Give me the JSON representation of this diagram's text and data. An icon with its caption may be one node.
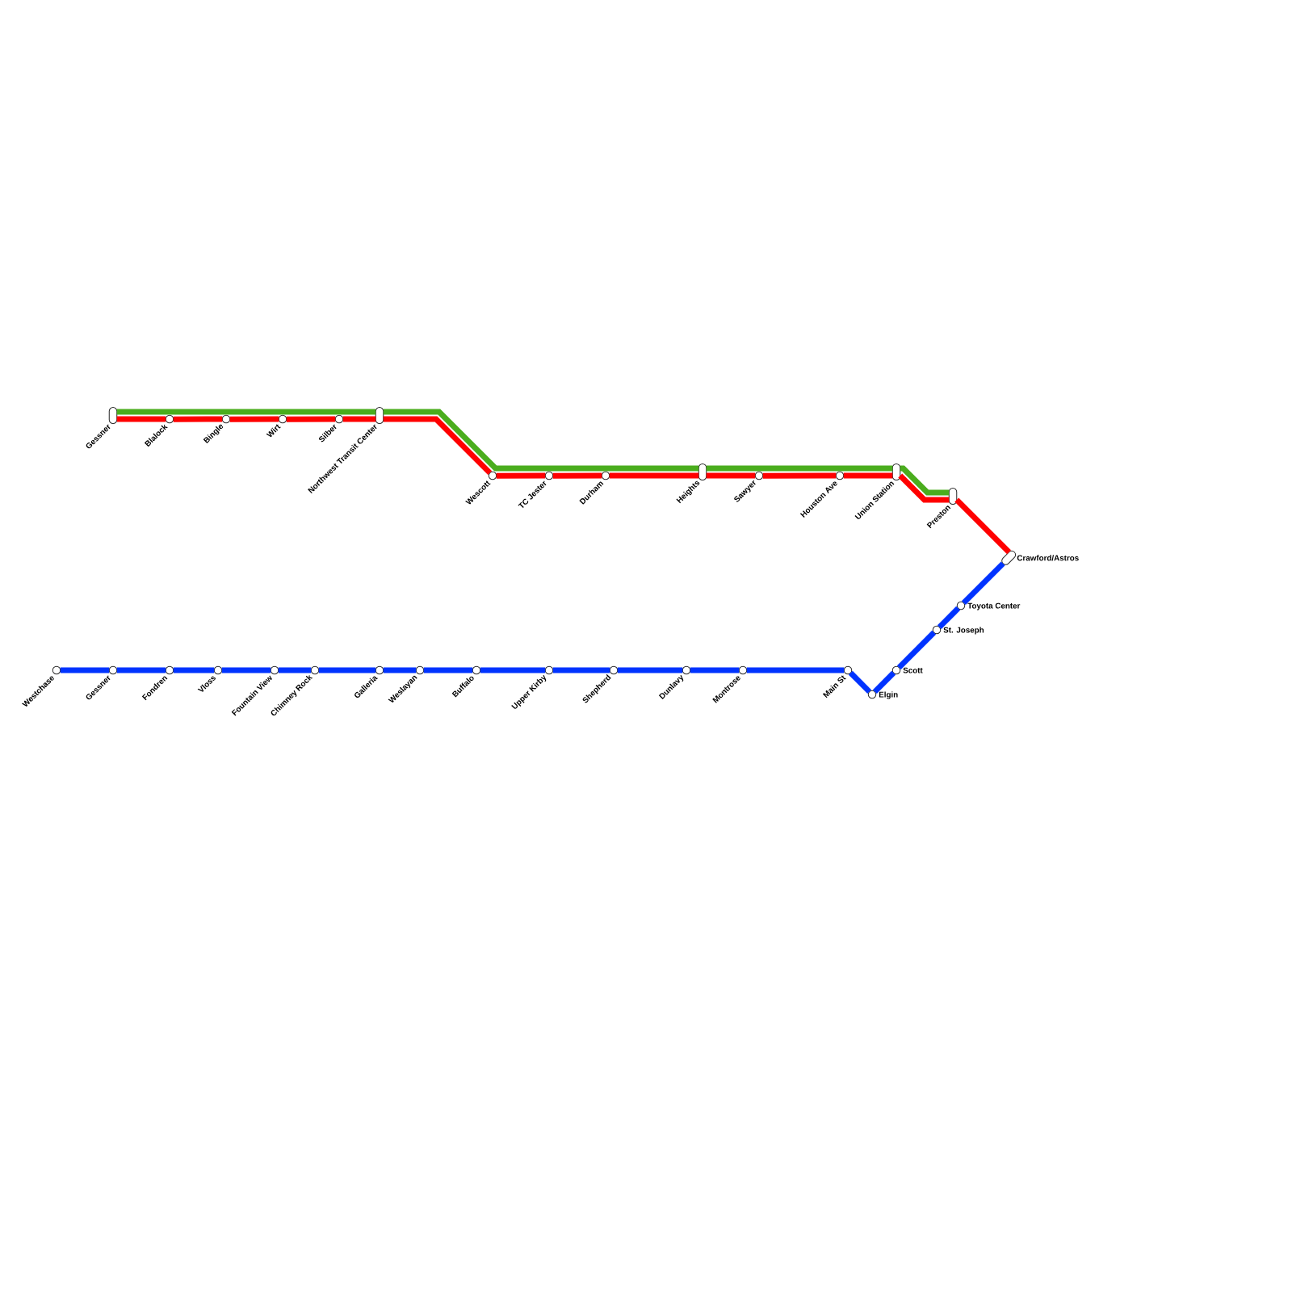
{
  "diagram": {
    "nodes": [
      {
        "text": [],
        "shape": "pill",
        "beside": [
          "Gessner"
        ]
      },
      {
        "text": [],
        "shape": "circle",
        "beside": [
          "Blalock"
        ]
      },
      {
        "text": [],
        "shape": "circle",
        "beside": [
          "Bingle"
        ]
      },
      {
        "text": [],
        "shape": "circle",
        "beside": [
          "Wirt"
        ]
      },
      {
        "text": [],
        "shape": "circle",
        "beside": [
          "Silber"
        ]
      },
      {
        "text": [],
        "shape": "pill",
        "beside": [
          "Northwest Transit Center"
        ]
      },
      {
        "text": [],
        "shape": "circle",
        "beside": [
          "Wescott"
        ]
      },
      {
        "text": [],
        "shape": "circle",
        "beside": [
          "TC Jester"
        ]
      },
      {
        "text": [],
        "shape": "circle",
        "beside": [
          "Durham"
        ]
      },
      {
        "text": [],
        "shape": "pill",
        "beside": [
          "Heights"
        ]
      },
      {
        "text": [],
        "shape": "circle",
        "beside": [
          "Sawyer"
        ]
      },
      {
        "text": [],
        "shape": "circle",
        "beside": [
          "Houston Ave"
        ]
      },
      {
        "text": [],
        "shape": "pill",
        "beside": [
          "Union Station"
        ]
      },
      {
        "text": [],
        "shape": "pill",
        "beside": [
          "Preston"
        ]
      },
      {
        "text": [],
        "shape": "pill",
        "beside": [
          "Crawford/Astros"
        ]
      },
      {
        "text": [],
        "shape": "circle",
        "beside": [
          "Toyota Center"
        ]
      },
      {
        "text": [],
        "shape": "circle",
        "beside": [
          "St. Joseph"
        ]
      },
      {
        "text": [],
        "shape": "circle",
        "beside": [
          "Westchase"
        ]
      },
      {
        "text": [],
        "shape": "circle",
        "beside": [
          "Gessner"
        ]
      },
      {
        "text": [],
        "shape": "circle",
        "beside": [
          "Fondren"
        ]
      },
      {
        "text": [],
        "shape": "circle",
        "beside": [
          "Vloss"
        ]
      },
      {
        "text": [],
        "shape": "circle",
        "beside": [
          "Fountain View"
        ]
      },
      {
        "text": [],
        "shape": "circle",
        "beside": [
          "Chimney Rock"
        ]
      },
      {
        "text": [],
        "shape": "circle",
        "beside": [
          "Galleria"
        ]
      },
      {
        "text": [],
        "shape": "circle",
        "beside": [
          "Weslayan"
        ]
      },
      {
        "text": [],
        "shape": "circle",
        "beside": [
          "Buffalo"
        ]
      },
      {
        "text": [],
        "shape": "circle",
        "beside": [
          "Upper Kirby"
        ]
      },
      {
        "text": [],
        "shape": "circle",
        "beside": [
          "Shepherd"
        ]
      },
      {
        "text": [],
        "shape": "circle",
        "beside": [
          "Dunlavy"
        ]
      },
      {
        "text": [],
        "shape": "circle",
        "beside": [
          "Montrose"
        ]
      },
      {
        "text": [],
        "shape": "circle",
        "beside": [
          "Main St"
        ]
      },
      {
        "text": [],
        "shape": "circle",
        "beside": [
          "Scott"
        ]
      },
      {
        "text": [],
        "shape": "circle",
        "beside": [
          "Elgin"
        ]
      }
    ],
    "edges": [
      {
        "from": 0,
        "to": 1,
        "arrow": "none",
        "color": "#ff0000"
      },
      {
        "from": 1,
        "to": 2,
        "arrow": "none",
        "color": "#ff0000"
      },
      {
        "from": 2,
        "to": 3,
        "arrow": "none",
        "color": "#ff0000"
      },
      {
        "from": 3,
        "to": 4,
        "arrow": "none",
        "color": "#ff0000"
      },
      {
        "from": 4,
        "to": 5,
        "arrow": "none",
        "color": "#ff0000"
      },
      {
        "from": 5,
        "to": 6,
        "arrow": "none",
        "color": "#ff0000"
      },
      {
        "from": 6,
        "to": 7,
        "arrow": "none",
        "color": "#ff0000"
      },
      {
        "from": 7,
        "to": 8,
        "arrow": "none",
        "color": "#ff0000"
      },
      {
        "from": 8,
        "to": 9,
        "arrow": "none",
        "color": "#ff0000"
      },
      {
        "from": 9,
        "to": 10,
        "arrow": "none",
        "color": "#ff0000"
      },
      {
        "from": 10,
        "to": 11,
        "arrow": "none",
        "color": "#ff0000"
      },
      {
        "from": 11,
        "to": 12,
        "arrow": "none",
        "color": "#ff0000"
      },
      {
        "from": 12,
        "to": 13,
        "arrow": "none",
        "color": "#ff0000"
      },
      {
        "from": 13,
        "to": 14,
        "arrow": "none",
        "color": "#ff0000"
      },
      {
        "from": 0,
        "to": 5,
        "arrow": "none",
        "color": "#4aad1d"
      },
      {
        "from": 5,
        "to": 9,
        "arrow": "none",
        "color": "#4aad1d"
      },
      {
        "from": 9,
        "to": 12,
        "arrow": "none",
        "color": "#4aad1d"
      },
      {
        "from": 12,
        "to": 13,
        "arrow": "none",
        "color": "#4aad1d"
      },
      {
        "from": 17,
        "to": 18,
        "arrow": "none"
      },
      {
        "from": 18,
        "to": 19,
        "arrow": "none"
      },
      {
        "from": 19,
        "to": 20,
        "arrow": "none"
      },
      {
        "from": 20,
        "to": 21,
        "arrow": "none"
      },
      {
        "from": 21,
        "to": 22,
        "arrow": "none"
      },
      {
        "from": 22,
        "to": 23,
        "arrow": "none"
      },
      {
        "from": 23,
        "to": 24,
        "arrow": "none"
      },
      {
        "from": 24,
        "to": 25,
        "arrow": "none"
      },
      {
        "from": 25,
        "to": 26,
        "arrow": "none"
      },
      {
        "from": 26,
        "to": 27,
        "arrow": "none"
      },
      {
        "from": 27,
        "to": 28,
        "arrow": "none"
      },
      {
        "from": 28,
        "to": 29,
        "arrow": "none"
      },
      {
        "from": 29,
        "to": 30,
        "arrow": "none"
      },
      {
        "from": 30,
        "to": 32,
        "arrow": "none"
      },
      {
        "from": 32,
        "to": 31,
        "arrow": "none"
      },
      {
        "from": 31,
        "to": 16,
        "arrow": "none"
      },
      {
        "from": 16,
        "to": 15,
        "arrow": "none"
      },
      {
        "from": 15,
        "to": 14,
        "arrow": "none"
      }
    ]
  }
}
